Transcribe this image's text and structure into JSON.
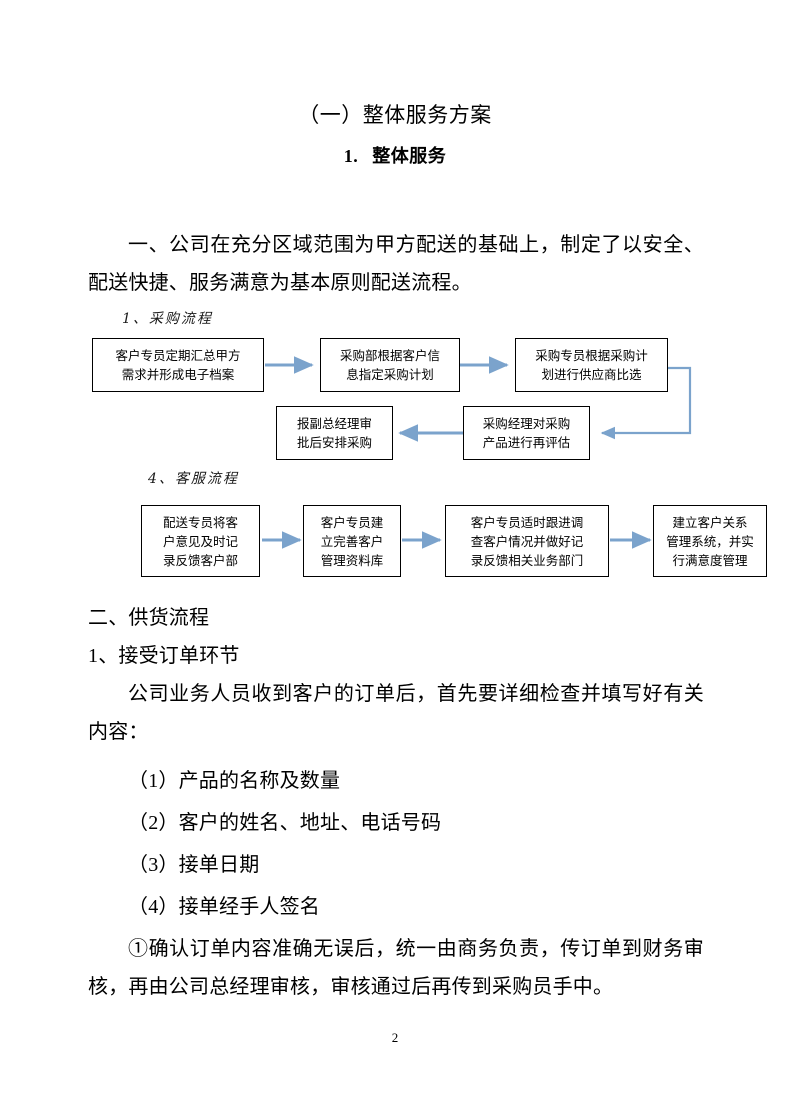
{
  "document": {
    "title": "（一）整体服务方案",
    "subtitle_number": "1.",
    "subtitle_text": "整体服务",
    "page_number": "2"
  },
  "paragraphs": {
    "p1": "一、公司在充分区域范围为甲方配送的基础上，制定了以安全、配送快捷、服务满意为基本原则配送流程。",
    "p2": "二、供货流程",
    "p3": "1、接受订单环节",
    "p4": "公司业务人员收到客户的订单后，首先要详细检查并填写好有关内容：",
    "item1": "（1）产品的名称及数量",
    "item2": "（2）客户的姓名、地址、电话号码",
    "item3": "（3）接单日期",
    "item4": "（4）接单经手人签名",
    "p5": "①确认订单内容准确无误后，统一由商务负责，传订单到财务审核，再由公司总经理审核，审核通过后再传到采购员手中。"
  },
  "flowcharts": [
    {
      "label": "1、采购流程",
      "boxes": [
        {
          "id": "purchase-box-1",
          "text": "客户专员定期汇总甲方\n需求并形成电子档案"
        },
        {
          "id": "purchase-box-2",
          "text": "采购部根据客户信\n息指定采购计划"
        },
        {
          "id": "purchase-box-3",
          "text": "采购专员根据采购计\n划进行供应商比选"
        },
        {
          "id": "purchase-box-4",
          "text": "采购经理对采购\n产品进行再评估"
        },
        {
          "id": "purchase-box-5",
          "text": "报副总经理审\n批后安排采购"
        }
      ]
    },
    {
      "label": "4、客服流程",
      "boxes": [
        {
          "id": "service-box-1",
          "text": "配送专员将客\n户意见及时记\n录反馈客户部"
        },
        {
          "id": "service-box-2",
          "text": "客户专员建\n立完善客户\n管理资料库"
        },
        {
          "id": "service-box-3",
          "text": "客户专员适时跟进调\n查客户情况并做好记\n录反馈相关业务部门"
        },
        {
          "id": "service-box-4",
          "text": "建立客户关系\n管理系统，并实\n行满意度管理"
        }
      ]
    }
  ],
  "colors": {
    "arrow": "#7ba3cc",
    "box_border": "#000000",
    "text": "#000000",
    "page_background": "#ffffff"
  }
}
